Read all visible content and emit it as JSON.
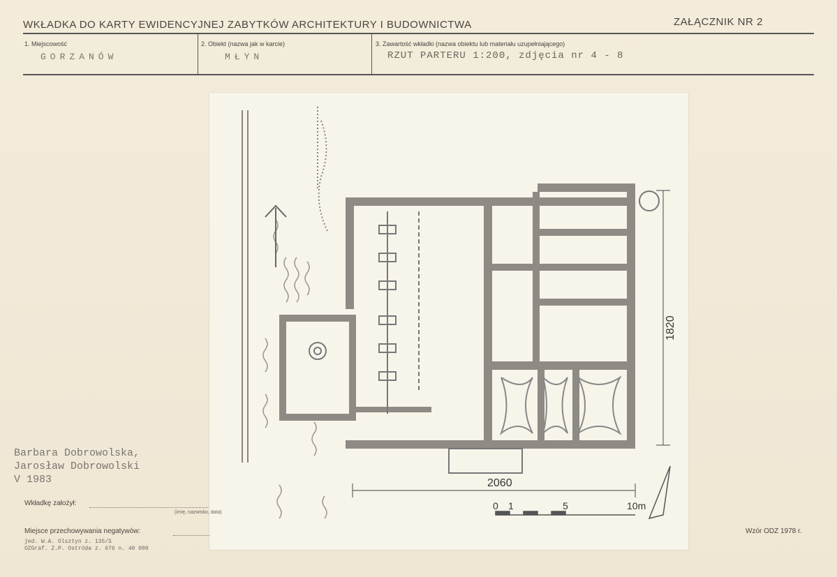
{
  "header": {
    "title": "WKŁADKA DO KARTY EWIDENCYJNEJ ZABYTKÓW ARCHITEKTURY I BUDOWNICTWA",
    "annex": "ZAŁĄCZNIK NR 2"
  },
  "fields": {
    "locality_label": "1. Miejscowość",
    "locality_value": "GORZANÓW",
    "object_label": "2. Obiekt (nazwa jak w karcie)",
    "object_value": "MŁYN",
    "contents_label": "3. Zawartość wkładki (nazwa obiektu lub materiału uzupełniającego)",
    "contents_value": "RZUT PARTERU 1:200,  zdjęcia nr 4 - 8"
  },
  "authors": "Barbara Dobrowolska,\nJarosław Dobrowolski\nV 1983",
  "footer": {
    "compiled_label": "Wkładkę założył:",
    "compiled_sub": "(imię, nazwisko, data)",
    "storage_label": "Miejsce przechowywania negatywów:",
    "print_line1": "jed. W.A. Olsztyn z. 135/S",
    "print_line2": "OZGraf. Z.P. Ostróda z. 676 n. 40 000",
    "form": "Wzór ODZ 1978 r."
  },
  "plan": {
    "dim_width": "2060",
    "dim_height": "1820",
    "scale_0": "0",
    "scale_1": "1",
    "scale_5": "5",
    "scale_10": "10m"
  }
}
